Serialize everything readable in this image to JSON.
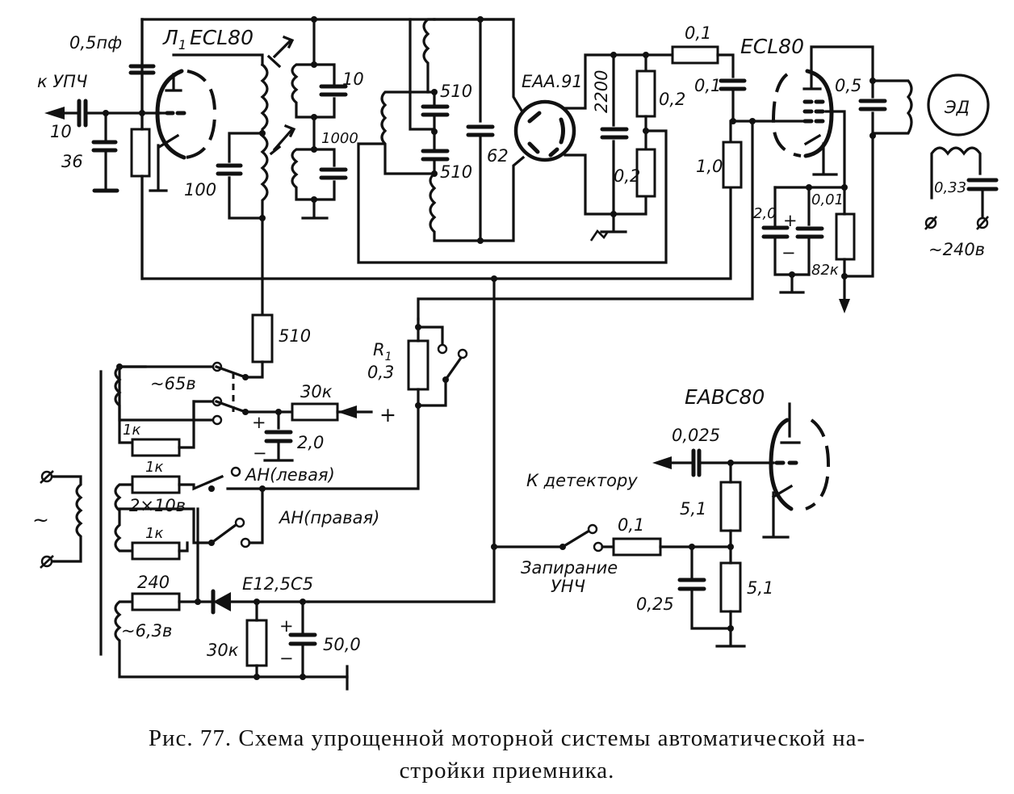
{
  "figure": {
    "caption_line1": "Рис. 77. Схема упрощенной моторной системы автоматической на-",
    "caption_line2": "стройки приемника."
  },
  "labels": {
    "tube_l1": "Л1 ECL80",
    "tube_l1_main": "Л",
    "tube_l1_sub": "1",
    "tube_l1_type": "ECL80",
    "tube_eaa91": "EAA.91",
    "tube_ecl80": "ECL80",
    "tube_eabc80": "EABC80",
    "motor": "ЭД",
    "to_if_amp": "к УПЧ",
    "to_detector": "К детектору",
    "lock_af_line1": "Запирание",
    "lock_af_line2": "УНЧ",
    "afc_left": "АН(левая)",
    "afc_right": "АН(правая)",
    "mains_motor": "~240в",
    "winding_65v": "~65в",
    "winding_2x10v": "2×10в",
    "winding_63v": "~6,3в",
    "rectifier": "Е12,5С5",
    "r1_name": "R",
    "r1_sub": "1",
    "plus": "+",
    "minus": "−",
    "ac": "~"
  },
  "components": {
    "c_05pf": "0,5пф",
    "c_10_in": "10",
    "c_36": "36",
    "c_100": "100",
    "c_10_var": "10",
    "c_1000": "1000",
    "c_510_top": "510",
    "c_510_bot": "510",
    "c_62": "62",
    "c_2200": "2200",
    "r_02_top": "0,2",
    "c_02": "0,2",
    "r_01_top": "0,1",
    "c_01": "0,1",
    "r_10": "1,0",
    "c_05": "0,5",
    "c_20_out": "2,0",
    "c_001": "0,01",
    "r_82k": "82к",
    "c_033": "0,33",
    "r_510": "510",
    "r_30k_bias": "30к",
    "c_20_bias": "2,0",
    "r1_value": "0,3",
    "r_1k_a": "1к",
    "r_1k_b": "1к",
    "r_1k_c": "1к",
    "r_240": "240",
    "r_30k_psu": "30к",
    "c_500": "50,0",
    "c_0025": "0,025",
    "r_51_top": "5,1",
    "r_51_bot": "5,1",
    "r_01_lock": "0,1",
    "c_025": "0,25"
  }
}
